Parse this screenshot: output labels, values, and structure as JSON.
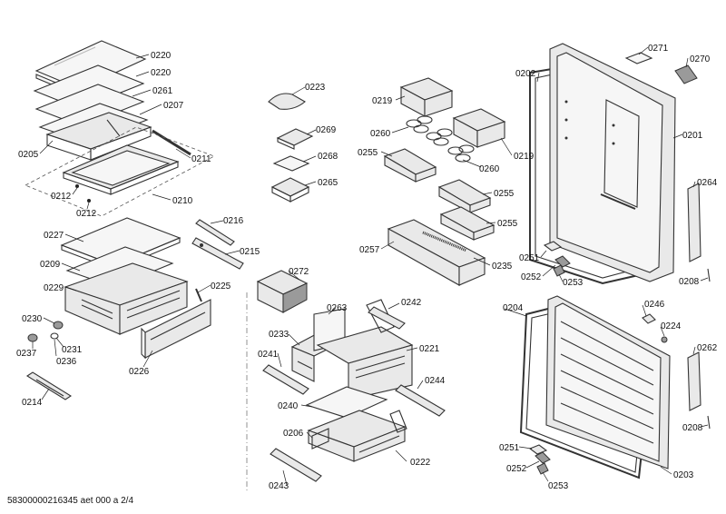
{
  "footer": {
    "doc_id": "58300000216345 aet 000 a 2/4"
  },
  "labels": {
    "l0220a": "0220",
    "l0220b": "0220",
    "l0261": "0261",
    "l0207": "0207",
    "l0205": "0205",
    "l0211": "0211",
    "l0212a": "0212",
    "l0212b": "0212",
    "l0210": "0210",
    "l0227": "0227",
    "l0209": "0209",
    "l0229": "0229",
    "l0225": "0225",
    "l0226": "0226",
    "l0216": "0216",
    "l0215": "0215",
    "l0230": "0230",
    "l0237": "0237",
    "l0231": "0231",
    "l0236": "0236",
    "l0214": "0214",
    "l0223": "0223",
    "l0269": "0269",
    "l0268": "0268",
    "l0265": "0265",
    "l0272": "0272",
    "l0263": "0263",
    "l0242": "0242",
    "l0233": "0233",
    "l0241": "0241",
    "l0221": "0221",
    "l0240": "0240",
    "l0244": "0244",
    "l0206": "0206",
    "l0222": "0222",
    "l0243": "0243",
    "l0219a": "0219",
    "l0260a": "0260",
    "l0260b": "0260",
    "l0219b": "0219",
    "l0255a": "0255",
    "l0255b": "0255",
    "l0255c": "0255",
    "l0257": "0257",
    "l0235": "0235",
    "l0271": "0271",
    "l0270": "0270",
    "l0202": "0202",
    "l0201": "0201",
    "l0264": "0264",
    "l0251a": "0251",
    "l0252a": "0252",
    "l0253a": "0253",
    "l0208a": "0208",
    "l0246": "0246",
    "l0224": "0224",
    "l0204": "0204",
    "l0262": "0262",
    "l0208b": "0208",
    "l0251b": "0251",
    "l0252b": "0252",
    "l0253b": "0253",
    "l0203": "0203"
  }
}
